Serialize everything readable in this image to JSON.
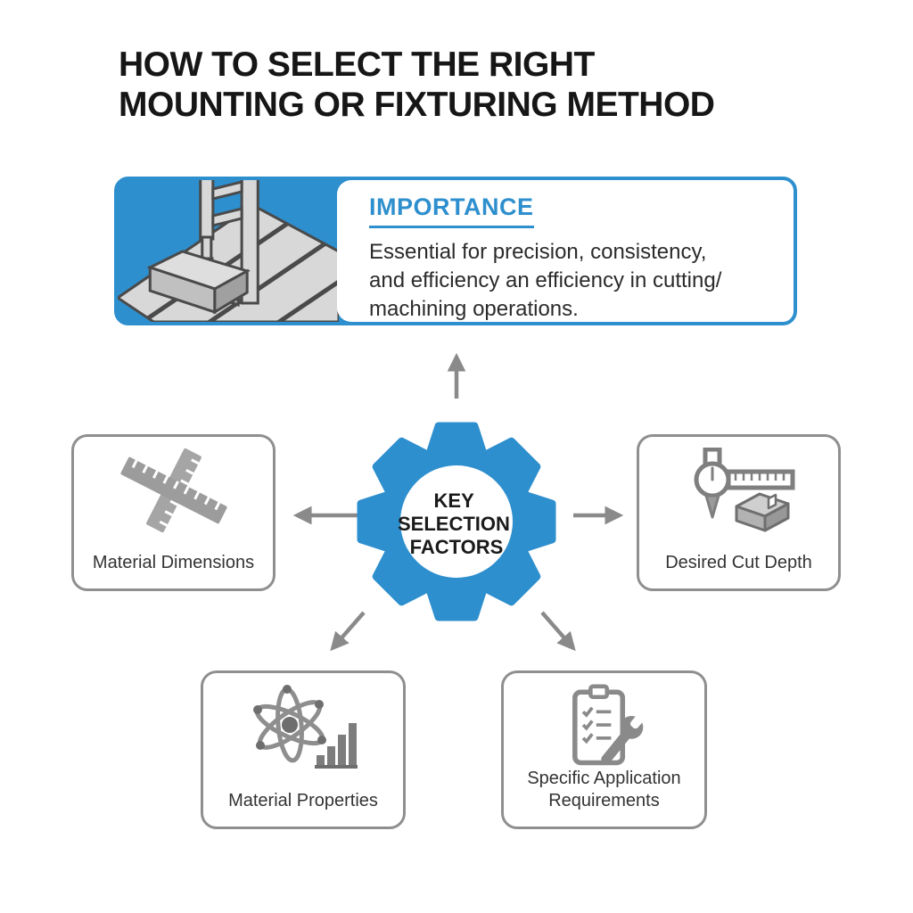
{
  "title": {
    "line1": "HOW TO SELECT THE RIGHT",
    "line2": "MOUNTING OR FIXTURING METHOD"
  },
  "importance": {
    "heading": "IMPORTANCE",
    "body_lines": [
      "Essential for precision, consistency,",
      "and efficiency an efficiency in cutting/",
      "machining operations."
    ],
    "illustration": "cnc-machine-on-slatted-bed"
  },
  "hub": {
    "shape": "gear",
    "label_lines": [
      "KEY",
      "SELECTION",
      "FACTORS"
    ]
  },
  "factors": [
    {
      "position": "left",
      "icon": "crossed-rulers-icon",
      "label_lines": [
        "Material Dimensions"
      ]
    },
    {
      "position": "right",
      "icon": "depth-gauge-icon",
      "label_lines": [
        "Desired Cut Depth"
      ]
    },
    {
      "position": "bottom-left",
      "icon": "atom-bar-chart-icon",
      "label_lines": [
        "Material Properties"
      ]
    },
    {
      "position": "bottom-right",
      "icon": "clipboard-wrench-icon",
      "label_lines": [
        "Specific Application",
        "Requirements"
      ]
    }
  ],
  "colors": {
    "accent_blue": "#2e8fce",
    "arrow_gray": "#8a8a8a",
    "box_border_gray": "#8f8f8f",
    "icon_gray": "#9a9a9a",
    "title_black": "#161616",
    "body_text": "#2b2b2b"
  }
}
